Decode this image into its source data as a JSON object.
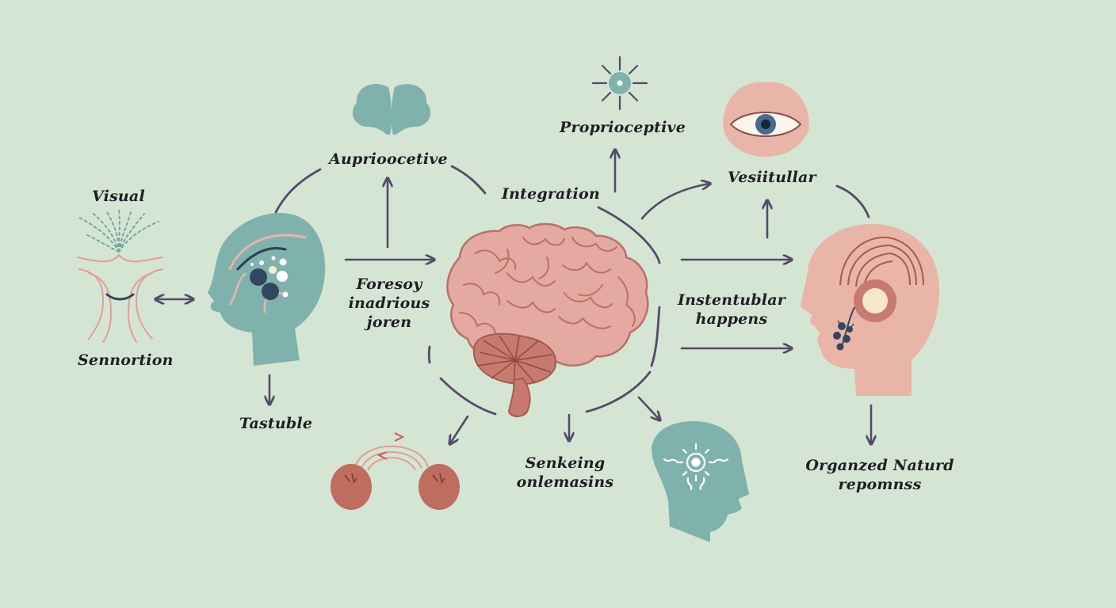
{
  "colors": {
    "background": "#d5e5d3",
    "teal": "#7fb2ad",
    "brain_pink": "#e4a9a0",
    "brain_line": "#b9706a",
    "rose": "#e9b5a7",
    "terracotta": "#bf6d5e",
    "navy": "#33465f",
    "arrow": "#544a6b",
    "text": "#1f1d26"
  },
  "labels": {
    "visual": "Visual",
    "sennortion": "Sennortion",
    "tastuble": "Tastuble",
    "auprioocetive": "Auprioocetive",
    "foresoy_line1": "Foresoy",
    "foresoy_line2": "inadrious",
    "foresoy_line3": "joren",
    "integration": "Integration",
    "proprioceptive": "Proprioceptive",
    "vesiitullar": "Vesiitullar",
    "instentublar_line1": "Instentublar",
    "instentublar_line2": "happens",
    "senkeing_line1": "Senkeing",
    "senkeing_line2": "onlemasins",
    "organized_line1": "Organzed Naturd",
    "organized_line2": "repomnss"
  },
  "icons": {
    "visual_pathway": "visual-pathway-icon",
    "head_left": "head-profile-icon",
    "clover": "clover-icon",
    "brain": "brain-icon",
    "sun": "sun-icon",
    "eye": "eye-icon",
    "head_ear": "head-with-ear-icon",
    "kidneys": "organ-pair-icon",
    "head_gear": "head-with-gear-icon"
  }
}
